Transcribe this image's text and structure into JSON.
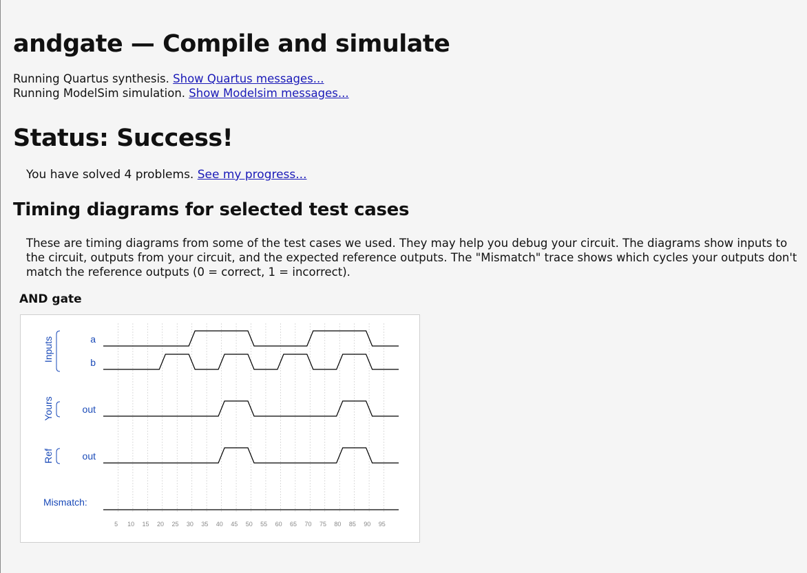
{
  "page": {
    "title": "andgate — Compile and simulate",
    "quartus": {
      "text": "Running Quartus synthesis.",
      "link": "Show Quartus messages..."
    },
    "modelsim": {
      "text": "Running ModelSim simulation.",
      "link": "Show Modelsim messages..."
    },
    "status": "Status: Success!",
    "progress": {
      "text": "You have solved 4 problems.",
      "link": "See my progress..."
    },
    "timing_heading": "Timing diagrams for selected test cases",
    "description": "These are timing diagrams from some of the test cases we used. They may help you debug your circuit. The diagrams show inputs to the circuit, outputs from your circuit, and the expected reference outputs. The \"Mismatch\" trace shows which cycles your outputs don't match the reference outputs (0 = correct, 1 = incorrect)."
  },
  "diagram": {
    "title": "AND gate",
    "groups": {
      "inputs": "Inputs",
      "yours": "Yours",
      "ref": "Ref"
    },
    "signals": {
      "a": "a",
      "b": "b",
      "yours_out": "out",
      "ref_out": "out",
      "mismatch": "Mismatch:"
    },
    "colors": {
      "label": "#1a4ab8",
      "trace": "#000000",
      "grid": "#cccccc",
      "tick": "#888888"
    }
  },
  "chart_data": {
    "type": "timing",
    "x_ticks": [
      5,
      10,
      15,
      20,
      25,
      30,
      35,
      40,
      45,
      50,
      55,
      60,
      65,
      70,
      75,
      80,
      85,
      90,
      95
    ],
    "time_range": [
      0,
      100
    ],
    "waveforms": [
      {
        "name": "a",
        "transitions": [
          [
            0,
            0
          ],
          [
            30,
            1
          ],
          [
            50,
            0
          ],
          [
            70,
            1
          ],
          [
            90,
            0
          ]
        ]
      },
      {
        "name": "b",
        "transitions": [
          [
            0,
            0
          ],
          [
            20,
            1
          ],
          [
            30,
            0
          ],
          [
            40,
            1
          ],
          [
            50,
            0
          ],
          [
            60,
            1
          ],
          [
            70,
            0
          ],
          [
            80,
            1
          ],
          [
            90,
            0
          ]
        ]
      },
      {
        "name": "out",
        "group": "Yours",
        "transitions": [
          [
            0,
            0
          ],
          [
            40,
            1
          ],
          [
            50,
            0
          ],
          [
            80,
            1
          ],
          [
            90,
            0
          ]
        ]
      },
      {
        "name": "out",
        "group": "Ref",
        "transitions": [
          [
            0,
            0
          ],
          [
            40,
            1
          ],
          [
            50,
            0
          ],
          [
            80,
            1
          ],
          [
            90,
            0
          ]
        ]
      },
      {
        "name": "Mismatch:",
        "transitions": [
          [
            0,
            0
          ]
        ]
      }
    ]
  }
}
